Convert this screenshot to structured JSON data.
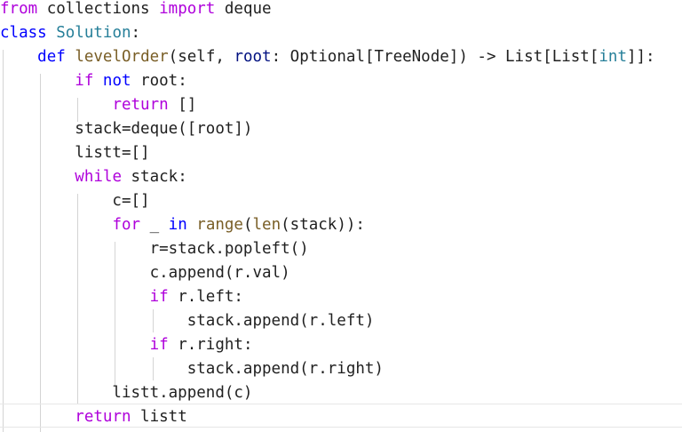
{
  "theme": {
    "background": "#ffffff",
    "text": "#1f1f1f",
    "keyword_control": "#af00db",
    "keyword_def": "#0000ff",
    "function": "#795e26",
    "class_type": "#267f99",
    "parameter": "#001080"
  },
  "code": {
    "l1": {
      "from": "from",
      "module": " collections ",
      "import": "import",
      "name": " deque"
    },
    "l2": {
      "class": "class",
      "space": " ",
      "name": "Solution",
      "colon": ":"
    },
    "l3": {
      "indent": "    ",
      "def": "def",
      "space": " ",
      "fn": "levelOrder",
      "open": "(self, ",
      "param": "root",
      "sig1": ": Optional[",
      "tn": "TreeNode",
      "sig2": "]) -> List[List[",
      "int": "int",
      "sig3": "]]:"
    },
    "l4": {
      "indent": "        ",
      "if": "if",
      "space": " ",
      "not": "not",
      "rest": " root:"
    },
    "l5": {
      "indent": "            ",
      "return": "return",
      "rest": " []"
    },
    "l6": {
      "text": "        stack=deque([root])"
    },
    "l7": {
      "text": "        listt=[]"
    },
    "l8": {
      "indent": "        ",
      "while": "while",
      "rest": " stack:"
    },
    "l9": {
      "text": "            c=[]"
    },
    "l10": {
      "indent": "            ",
      "for": "for",
      "mid": " _ ",
      "in": "in",
      "space": " ",
      "range": "range",
      "paren": "(",
      "len": "len",
      "rest": "(stack)):"
    },
    "l11": {
      "text": "                r=stack.popleft()"
    },
    "l12": {
      "text": "                c.append(r.val)"
    },
    "l13": {
      "indent": "                ",
      "if": "if",
      "rest": " r.left:"
    },
    "l14": {
      "text": "                    stack.append(r.left)"
    },
    "l15": {
      "indent": "                ",
      "if": "if",
      "rest": " r.right:"
    },
    "l16": {
      "text": "                    stack.append(r.right)"
    },
    "l17": {
      "text": "            listt.append(c)"
    },
    "l18": {
      "indent": "        ",
      "return": "return",
      "rest": " listt"
    }
  }
}
